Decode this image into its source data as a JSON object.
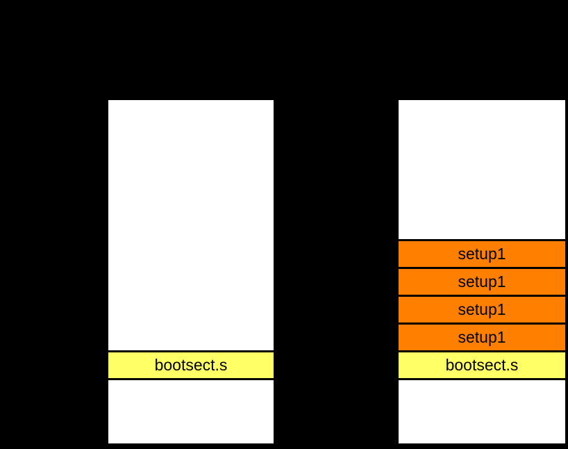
{
  "background_color": "#000000",
  "colors": {
    "background": "#000000",
    "box_fill": "#ffffff",
    "box_border": "#000000",
    "setup_segment": "#ff7f00",
    "bootsect_segment": "#ffff66",
    "text": "#000000"
  },
  "diagram": {
    "type": "memory-layout",
    "columns": [
      {
        "id": "left",
        "name": "memory-column-left",
        "free_space_label": "",
        "rows": [
          {
            "label": "bootsect.s",
            "kind": "bootsect"
          }
        ],
        "tail_label": ""
      },
      {
        "id": "right",
        "name": "memory-column-right",
        "free_space_label": "",
        "rows": [
          {
            "label": "setup1",
            "kind": "setup"
          },
          {
            "label": "setup1",
            "kind": "setup"
          },
          {
            "label": "setup1",
            "kind": "setup"
          },
          {
            "label": "setup1",
            "kind": "setup"
          },
          {
            "label": "bootsect.s",
            "kind": "bootsect"
          }
        ],
        "tail_label": ""
      }
    ]
  }
}
